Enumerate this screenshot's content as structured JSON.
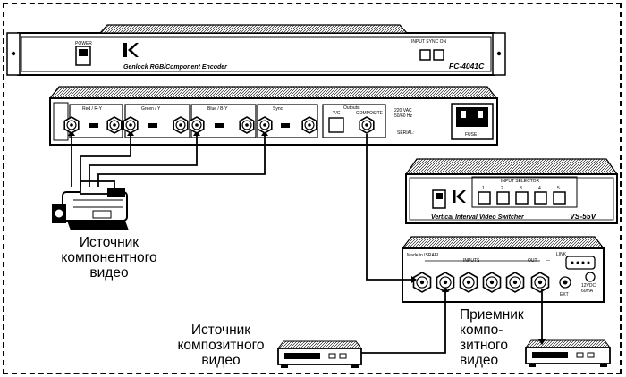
{
  "devices": {
    "encoder": {
      "power_label": "POWER",
      "model_name": "Genlock RGB/Component Encoder",
      "model_code": "FC-4041C",
      "front_small_label": "INPUT  SYNC ON"
    },
    "encoder_back": {
      "groups": [
        "Red / R-Y",
        "Green / Y",
        "Blue / B-Y",
        "Sync"
      ],
      "outputs_label": "Outputs",
      "yc_label": "Y/C",
      "composite_label": "COMPOSITE",
      "power_spec": "220 VAC\n50/60 Hz",
      "fuse_label": "FUSE",
      "serial_label": "SERIAL:"
    },
    "switcher": {
      "input_selector_label": "INPUT SELECTOR",
      "button_numbers": [
        "1",
        "2",
        "3",
        "4",
        "5"
      ],
      "model_name": "Vertical Interval Video Switcher",
      "model_code": "VS-55V"
    },
    "switcher_back": {
      "made_in": "Made in ISRAEL",
      "inputs_label": "INPUTS",
      "out_label": "OUT",
      "link_label": "LINK",
      "ext_label": "EXT",
      "power_spec": "12VDC\n60mA"
    }
  },
  "labels": {
    "component_source": "Источник\nкомпонентного\nвидео",
    "composite_source": "Источник\nкомпозитного\nвидео",
    "composite_receiver": "Приемник\nкомпо-\nзитного\nвидео"
  }
}
